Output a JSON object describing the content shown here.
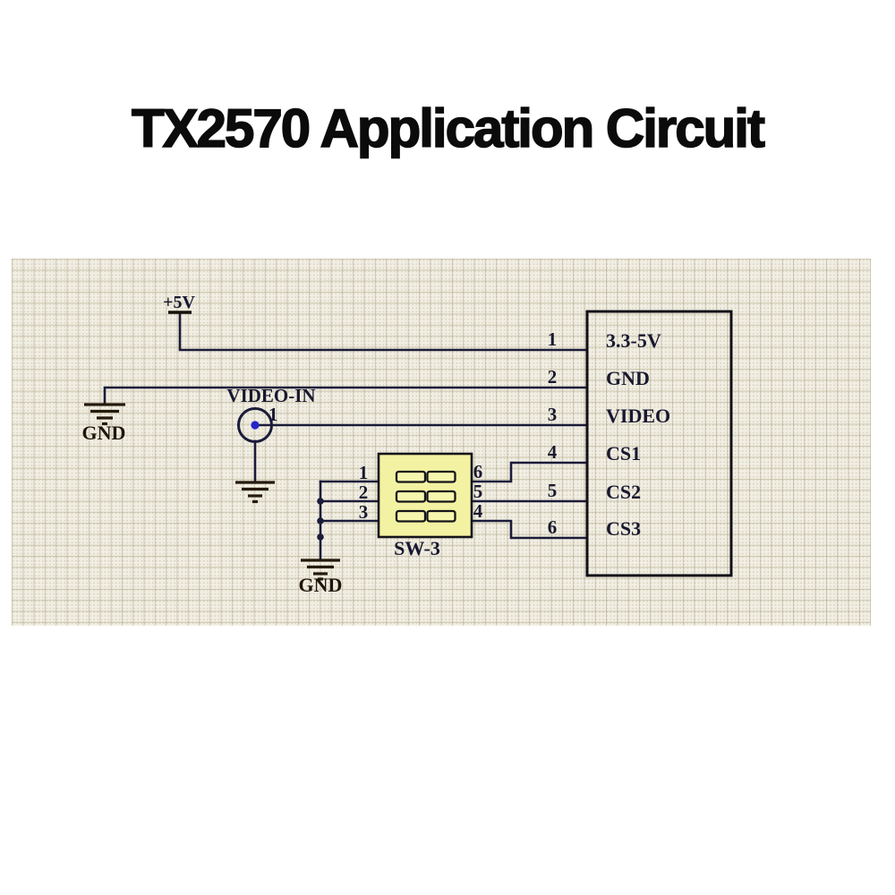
{
  "title": "TX2570 Application Circuit",
  "power": {
    "label": "+5V"
  },
  "grounds": {
    "left_label": "GND",
    "switch_label": "GND"
  },
  "video_in": {
    "label": "VIDEO-IN",
    "pin": "1"
  },
  "switch": {
    "label": "SW-3",
    "left_pin_numbers": [
      "1",
      "2",
      "3"
    ],
    "right_pin_numbers": [
      "6",
      "5",
      "4"
    ]
  },
  "ic": {
    "pin_numbers": [
      "1",
      "2",
      "3",
      "4",
      "5",
      "6"
    ],
    "pin_labels": [
      "3.3-5V",
      "GND",
      "VIDEO",
      "CS1",
      "CS2",
      "CS3"
    ]
  },
  "colors": {
    "wire": "#1b1b3a",
    "component_outline": "#101016",
    "ground_symbol": "#241a0c",
    "connector_dot": "#2525c8",
    "switch_fill": "#f2f2a2",
    "switch_rocker_fill": "#f6f6ae",
    "grid_background": "#f1eee3",
    "grid_line": "#a89e7e",
    "text": "#181830",
    "title_text": "#0b0b0b"
  }
}
